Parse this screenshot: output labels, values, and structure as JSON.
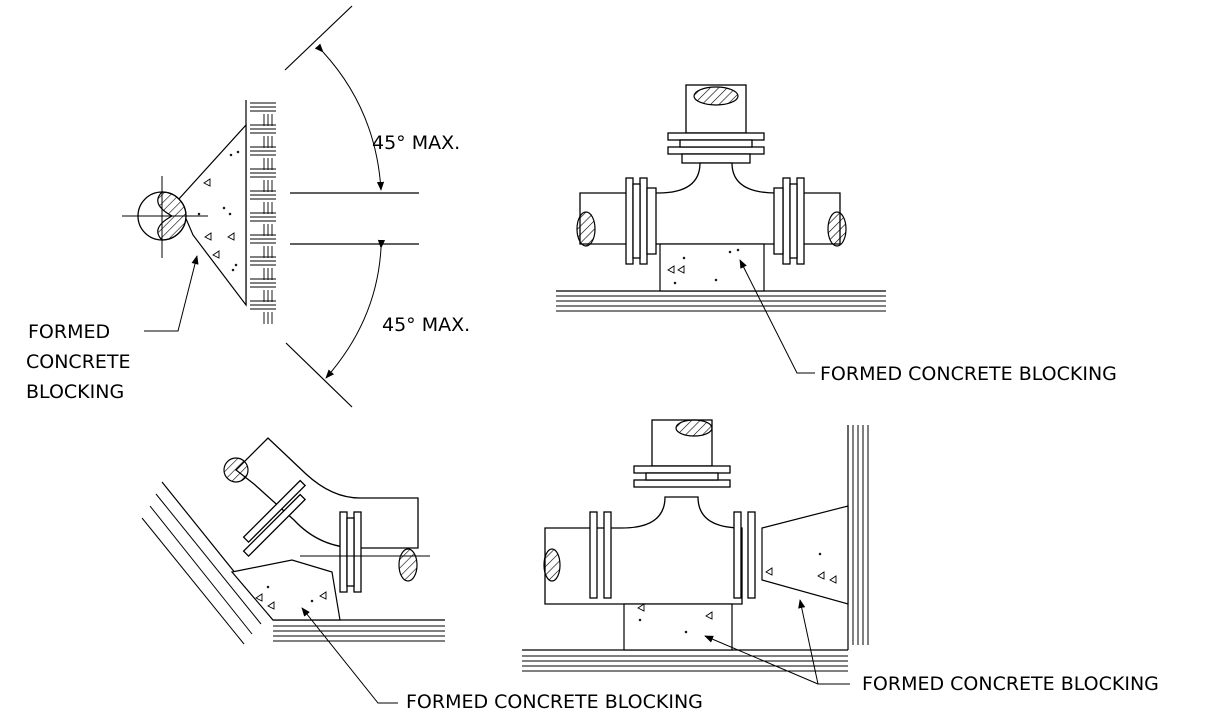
{
  "labels": {
    "angle_top": "45° MAX.",
    "angle_bottom": "45° MAX.",
    "formed_line1": "FORMED",
    "formed_line2": "CONCRETE",
    "formed_line3": "BLOCKING",
    "tee_top_label": "FORMED CONCRETE BLOCKING",
    "bottom_right_label": "FORMED CONCRETE BLOCKING",
    "bottom_center_label": "FORMED CONCRETE BLOCKING"
  }
}
